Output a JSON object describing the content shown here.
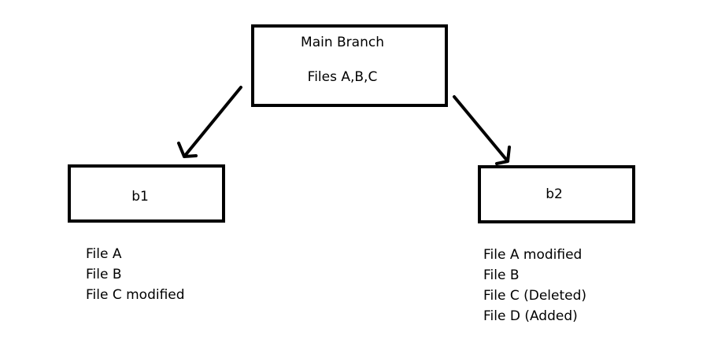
{
  "main_branch": {
    "title": "Main Branch",
    "files": "Files A,B,C"
  },
  "branches": [
    {
      "name": "b1",
      "files": [
        "File A",
        "File B",
        "File C modified"
      ]
    },
    {
      "name": "b2",
      "files": [
        "File A modified",
        "File B",
        "File C (Deleted)",
        "File D (Added)"
      ]
    }
  ]
}
